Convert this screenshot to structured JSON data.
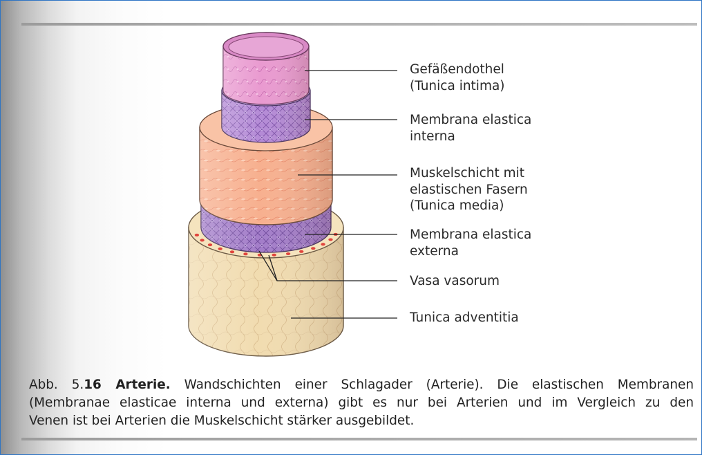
{
  "figure": {
    "labels": [
      {
        "line1": "Gefäßendothel",
        "line2": "(Tunica intima)",
        "line3": ""
      },
      {
        "line1": "Membrana elastica",
        "line2": "interna",
        "line3": ""
      },
      {
        "line1": "Muskelschicht mit",
        "line2": "elastischen Fasern",
        "line3": "(Tunica media)"
      },
      {
        "line1": "Membrana elastica",
        "line2": "externa",
        "line3": ""
      },
      {
        "line1": "Vasa vasorum",
        "line2": "",
        "line3": ""
      },
      {
        "line1": "Tunica adventitia",
        "line2": "",
        "line3": ""
      }
    ],
    "layer_colors": {
      "intima": "#e99ad0",
      "elastica_interna": "#b48ad6",
      "media": "#f7b08f",
      "elastica_externa": "#a37dc9",
      "adventitia": "#f1dcb0",
      "vasa_dots": "#e0443c"
    }
  },
  "caption": {
    "prefix": "Abb. 5.",
    "number_bold": "16 Arterie.",
    "line1_rest": " Wandschichten einer Schlagader (Arterie). Die elastischen Membranen",
    "line2": "(Membranae elasticae interna und externa) gibt es nur bei Arterien und im Vergleich zu den",
    "line3": "Venen ist bei Arterien die Muskelschicht stärker ausgebildet."
  }
}
